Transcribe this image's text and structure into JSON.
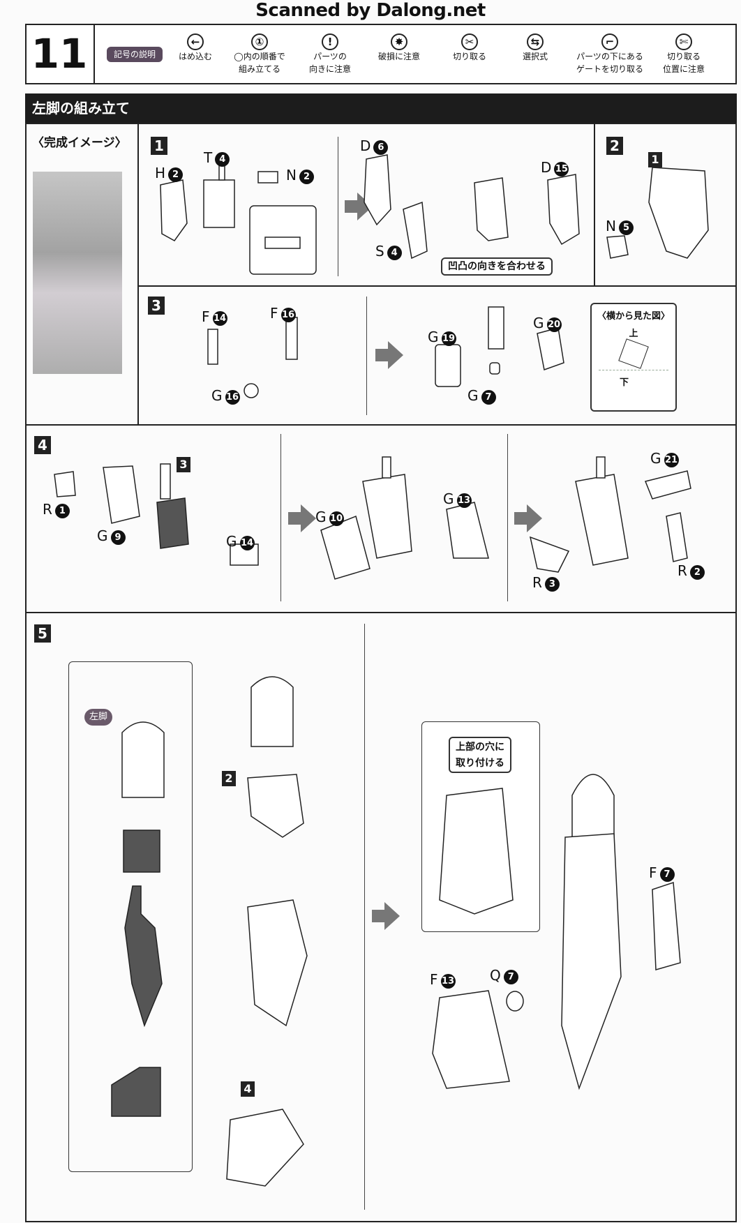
{
  "watermark": "Scanned by Dalong.net",
  "header": {
    "page_number": "11",
    "legend_badge": "記号の説明",
    "legend": [
      {
        "icon": "arrow-left-icon",
        "glyph": "←",
        "line1": "はめ込む",
        "line2": ""
      },
      {
        "icon": "hexagon-number-icon",
        "glyph": "①",
        "line1": "◯内の順番で",
        "line2": "組み立てる"
      },
      {
        "icon": "exclamation-icon",
        "glyph": "!",
        "line1": "パーツの",
        "line2": "向きに注意"
      },
      {
        "icon": "breakage-icon",
        "glyph": "✸",
        "line1": "破損に注意",
        "line2": ""
      },
      {
        "icon": "cut-icon",
        "glyph": "✂",
        "line1": "切り取る",
        "line2": ""
      },
      {
        "icon": "choice-arrows-icon",
        "glyph": "⇆",
        "line1": "選択式",
        "line2": ""
      },
      {
        "icon": "gate-cut-icon",
        "glyph": "⌐",
        "line1": "パーツの下にある",
        "line2": "ゲートを切り取る"
      },
      {
        "icon": "cut-position-icon",
        "glyph": "✄",
        "line1": "切り取る",
        "line2": "位置に注意"
      }
    ]
  },
  "section_title": "左脚の組み立て",
  "completion_label": "〈完成イメージ〉",
  "steps": {
    "s1": {
      "number": "1",
      "parts": [
        {
          "l": "H",
          "n": "2"
        },
        {
          "l": "T",
          "n": "4"
        },
        {
          "l": "N",
          "n": "2"
        },
        {
          "l": "D",
          "n": "6"
        },
        {
          "l": "D",
          "n": "15"
        },
        {
          "l": "S",
          "n": "4"
        }
      ],
      "callout": "凹凸の向きを合わせる"
    },
    "s2": {
      "number": "2",
      "sub": "1",
      "parts": [
        {
          "l": "N",
          "n": "5"
        }
      ]
    },
    "s3": {
      "number": "3",
      "parts": [
        {
          "l": "F",
          "n": "14"
        },
        {
          "l": "F",
          "n": "16"
        },
        {
          "l": "G",
          "n": "16"
        },
        {
          "l": "G",
          "n": "19"
        },
        {
          "l": "G",
          "n": "20"
        },
        {
          "l": "G",
          "n": "7"
        }
      ],
      "side_view": {
        "title": "〈横から見た図〉",
        "top": "上",
        "bottom": "下"
      }
    },
    "s4": {
      "number": "4",
      "sub": "3",
      "parts": [
        {
          "l": "R",
          "n": "1"
        },
        {
          "l": "G",
          "n": "9"
        },
        {
          "l": "G",
          "n": "14"
        },
        {
          "l": "G",
          "n": "10"
        },
        {
          "l": "G",
          "n": "13"
        },
        {
          "l": "G",
          "n": "21"
        },
        {
          "l": "R",
          "n": "2"
        },
        {
          "l": "R",
          "n": "3"
        }
      ]
    },
    "s5": {
      "number": "5",
      "sub_a": "2",
      "sub_b": "4",
      "side_badge": "左脚",
      "callout_l1": "上部の穴に",
      "callout_l2": "取り付ける",
      "parts": [
        {
          "l": "F",
          "n": "13"
        },
        {
          "l": "Q",
          "n": "7"
        },
        {
          "l": "F",
          "n": "7"
        }
      ]
    }
  }
}
